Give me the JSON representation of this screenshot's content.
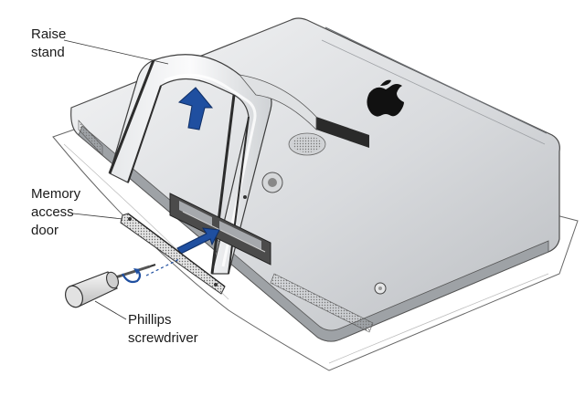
{
  "labels": {
    "raise_stand": "Raise\nstand",
    "memory_access_door": "Memory\naccess\ndoor",
    "phillips_screwdriver": "Phillips\nscrewdriver"
  },
  "colors": {
    "arrow_blue": "#1f4fa0",
    "body_light": "#eef0f2",
    "body_mid": "#c9ccd0",
    "body_dark": "#8d9196",
    "outline": "#3a3a3a"
  },
  "icons": [
    "apple-logo-icon",
    "up-arrow-icon",
    "right-arrow-icon",
    "screwdriver-icon"
  ]
}
